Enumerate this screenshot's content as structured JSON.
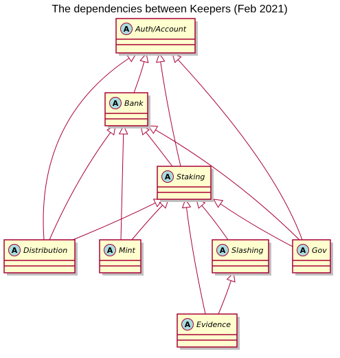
{
  "title": "The dependencies between Keepers (Feb 2021)",
  "colors": {
    "box_fill": "#FEFECE",
    "box_stroke": "#A80036",
    "badge_fill": "#A9DCDF",
    "arrow": "#A80036",
    "shadow": "#C0C0C0"
  },
  "nodes": [
    {
      "id": "auth",
      "name": "Auth/Account",
      "stereotype": "A"
    },
    {
      "id": "bank",
      "name": "Bank",
      "stereotype": "A"
    },
    {
      "id": "staking",
      "name": "Staking",
      "stereotype": "A"
    },
    {
      "id": "distribution",
      "name": "Distribution",
      "stereotype": "A"
    },
    {
      "id": "mint",
      "name": "Mint",
      "stereotype": "A"
    },
    {
      "id": "slashing",
      "name": "Slashing",
      "stereotype": "A"
    },
    {
      "id": "gov",
      "name": "Gov",
      "stereotype": "A"
    },
    {
      "id": "evidence",
      "name": "Evidence",
      "stereotype": "A"
    }
  ],
  "edges": [
    {
      "from": "bank",
      "to": "auth"
    },
    {
      "from": "staking",
      "to": "auth"
    },
    {
      "from": "distribution",
      "to": "auth"
    },
    {
      "from": "gov",
      "to": "auth"
    },
    {
      "from": "staking",
      "to": "bank"
    },
    {
      "from": "distribution",
      "to": "bank"
    },
    {
      "from": "mint",
      "to": "bank"
    },
    {
      "from": "gov",
      "to": "bank"
    },
    {
      "from": "distribution",
      "to": "staking"
    },
    {
      "from": "mint",
      "to": "staking"
    },
    {
      "from": "slashing",
      "to": "staking"
    },
    {
      "from": "gov",
      "to": "staking"
    },
    {
      "from": "evidence",
      "to": "staking"
    },
    {
      "from": "evidence",
      "to": "slashing"
    }
  ]
}
